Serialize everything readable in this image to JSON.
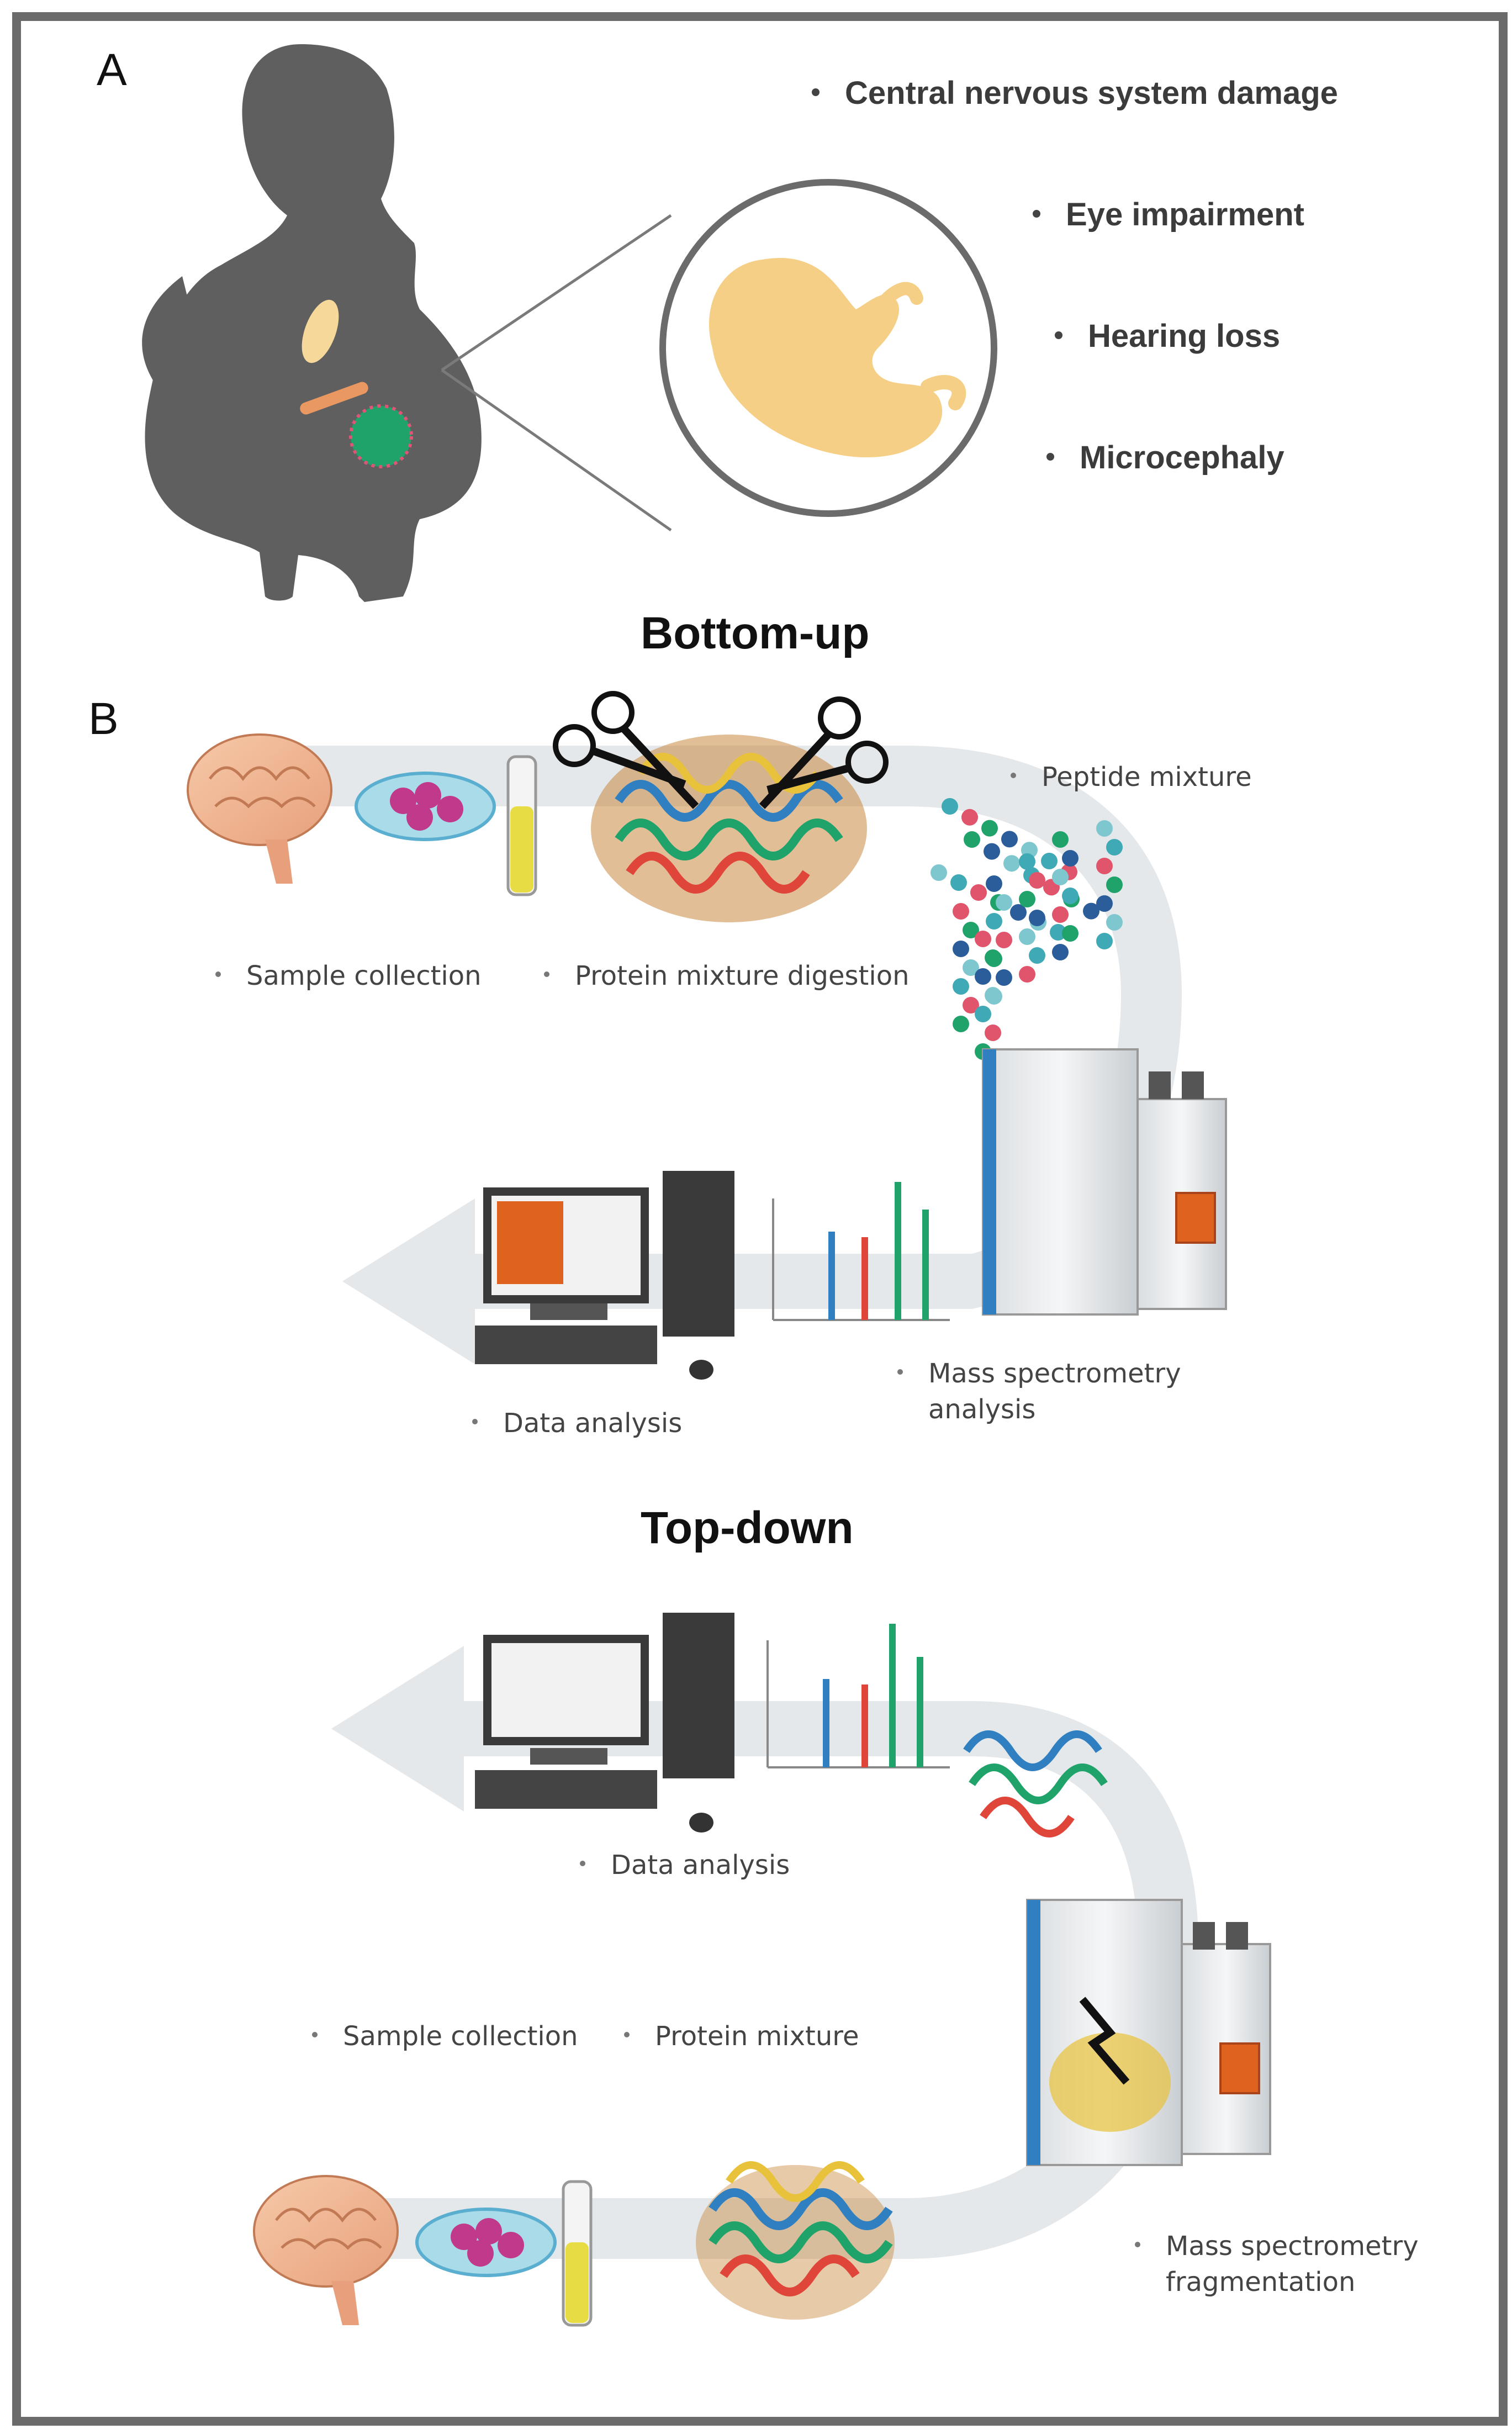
{
  "panel_a": {
    "letter": "A",
    "effects": [
      "Central nervous system damage",
      "Eye impairment",
      "Hearing loss",
      "Microcephaly"
    ]
  },
  "panel_b": {
    "letter": "B",
    "bottom_up": {
      "title": "Bottom-up",
      "steps": {
        "sample_collection": "Sample collection",
        "protein_digestion": "Protein mixture digestion",
        "peptide_mixture": "Peptide mixture",
        "ms_analysis_line1": "Mass spectrometry",
        "ms_analysis_line2": "analysis",
        "data_analysis": "Data analysis"
      }
    },
    "top_down": {
      "title": "Top-down",
      "steps": {
        "data_analysis": "Data analysis",
        "sample_collection": "Sample collection",
        "protein_mixture": "Protein mixture",
        "ms_fragmentation_line1": "Mass spectrometry",
        "ms_fragmentation_line2": "fragmentation"
      }
    }
  },
  "colors": {
    "silhouette": "#5f5f5f",
    "fetus": "#f6cf86",
    "flow_arrow": "#e4e8ea",
    "spectrum_blue": "#2f7fc1",
    "spectrum_red": "#e0453a",
    "spectrum_green": "#1fa36a",
    "ms_orange": "#e0621f"
  }
}
